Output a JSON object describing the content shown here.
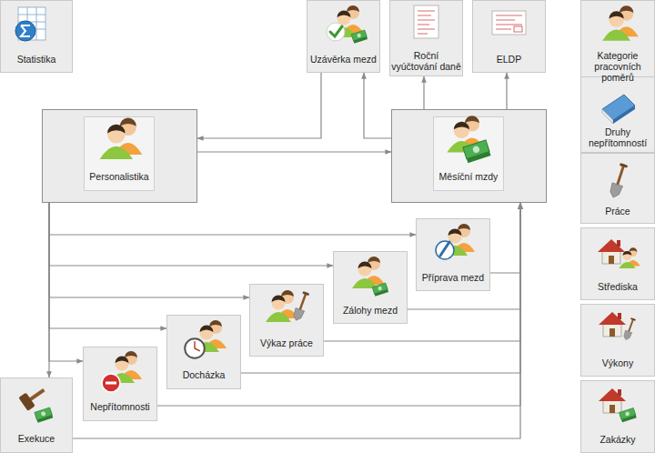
{
  "diagram": {
    "nodes": [
      {
        "text": [
          "Statistika"
        ]
      },
      {
        "text": [
          "Uzávěrka mezd"
        ]
      },
      {
        "text": [
          "Roční vyúčtování daně"
        ]
      },
      {
        "text": [
          "ELDP"
        ]
      },
      {
        "text": [
          "Kategorie pracovních poměrů"
        ]
      },
      {
        "text": [
          "Personalistika"
        ]
      },
      {
        "text": [
          "Měsíční mzdy"
        ]
      },
      {
        "text": [
          "Druhy nepřítomností"
        ]
      },
      {
        "text": [
          "Práce"
        ]
      },
      {
        "text": [
          "Příprava mezd"
        ]
      },
      {
        "text": [
          "Střediska"
        ]
      },
      {
        "text": [
          "Zálohy mezd"
        ]
      },
      {
        "text": [
          "Výkaz práce"
        ]
      },
      {
        "text": [
          "Výkony"
        ]
      },
      {
        "text": [
          "Docházka"
        ]
      },
      {
        "text": [
          "Nepřítomnosti"
        ]
      },
      {
        "text": [
          "Exekuce"
        ]
      },
      {
        "text": [
          "Zakázky"
        ]
      }
    ],
    "edges": [
      {
        "from": 1,
        "to": 5,
        "arrow": "to"
      },
      {
        "from": 5,
        "to": 6,
        "arrow": "to"
      },
      {
        "from": 6,
        "to": 1,
        "arrow": "to"
      },
      {
        "from": 6,
        "to": 2,
        "arrow": "to"
      },
      {
        "from": 6,
        "to": 3,
        "arrow": "to"
      },
      {
        "from": 5,
        "to": 9,
        "arrow": "to"
      },
      {
        "from": 5,
        "to": 11,
        "arrow": "to"
      },
      {
        "from": 5,
        "to": 12,
        "arrow": "to"
      },
      {
        "from": 5,
        "to": 14,
        "arrow": "to"
      },
      {
        "from": 5,
        "to": 15,
        "arrow": "to"
      },
      {
        "from": 5,
        "to": 16,
        "arrow": "to"
      },
      {
        "from": 9,
        "to": 6,
        "arrow": "to"
      },
      {
        "from": 11,
        "to": 6,
        "arrow": "to"
      },
      {
        "from": 12,
        "to": 6,
        "arrow": "to"
      },
      {
        "from": 14,
        "to": 6,
        "arrow": "to"
      },
      {
        "from": 15,
        "to": 6,
        "arrow": "to"
      },
      {
        "from": 16,
        "to": 6,
        "arrow": "to"
      }
    ]
  }
}
